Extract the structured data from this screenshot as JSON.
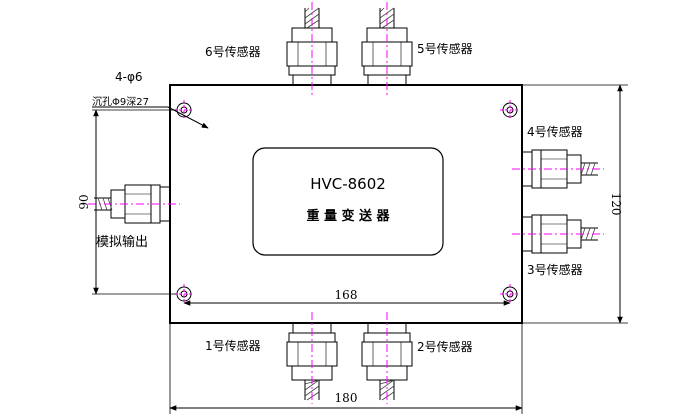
{
  "drawing": {
    "model": "HVC-8602",
    "device_name": "重 量 变 送 器",
    "hole_spec": "4-φ6",
    "counterbore": "沉孔Φ9深27",
    "output_label": "模拟输出",
    "sensors": {
      "s1": "1号传感器",
      "s2": "2号传感器",
      "s3": "3号传感器",
      "s4": "4号传感器",
      "s5": "5号传感器",
      "s6": "6号传感器"
    },
    "dims": {
      "inner_width": "168",
      "outer_width": "180",
      "inner_height": "90",
      "outer_height": "120"
    }
  },
  "colors": {
    "line": "#000000",
    "centerline": "#ff00ff",
    "hatch": "#444444"
  }
}
